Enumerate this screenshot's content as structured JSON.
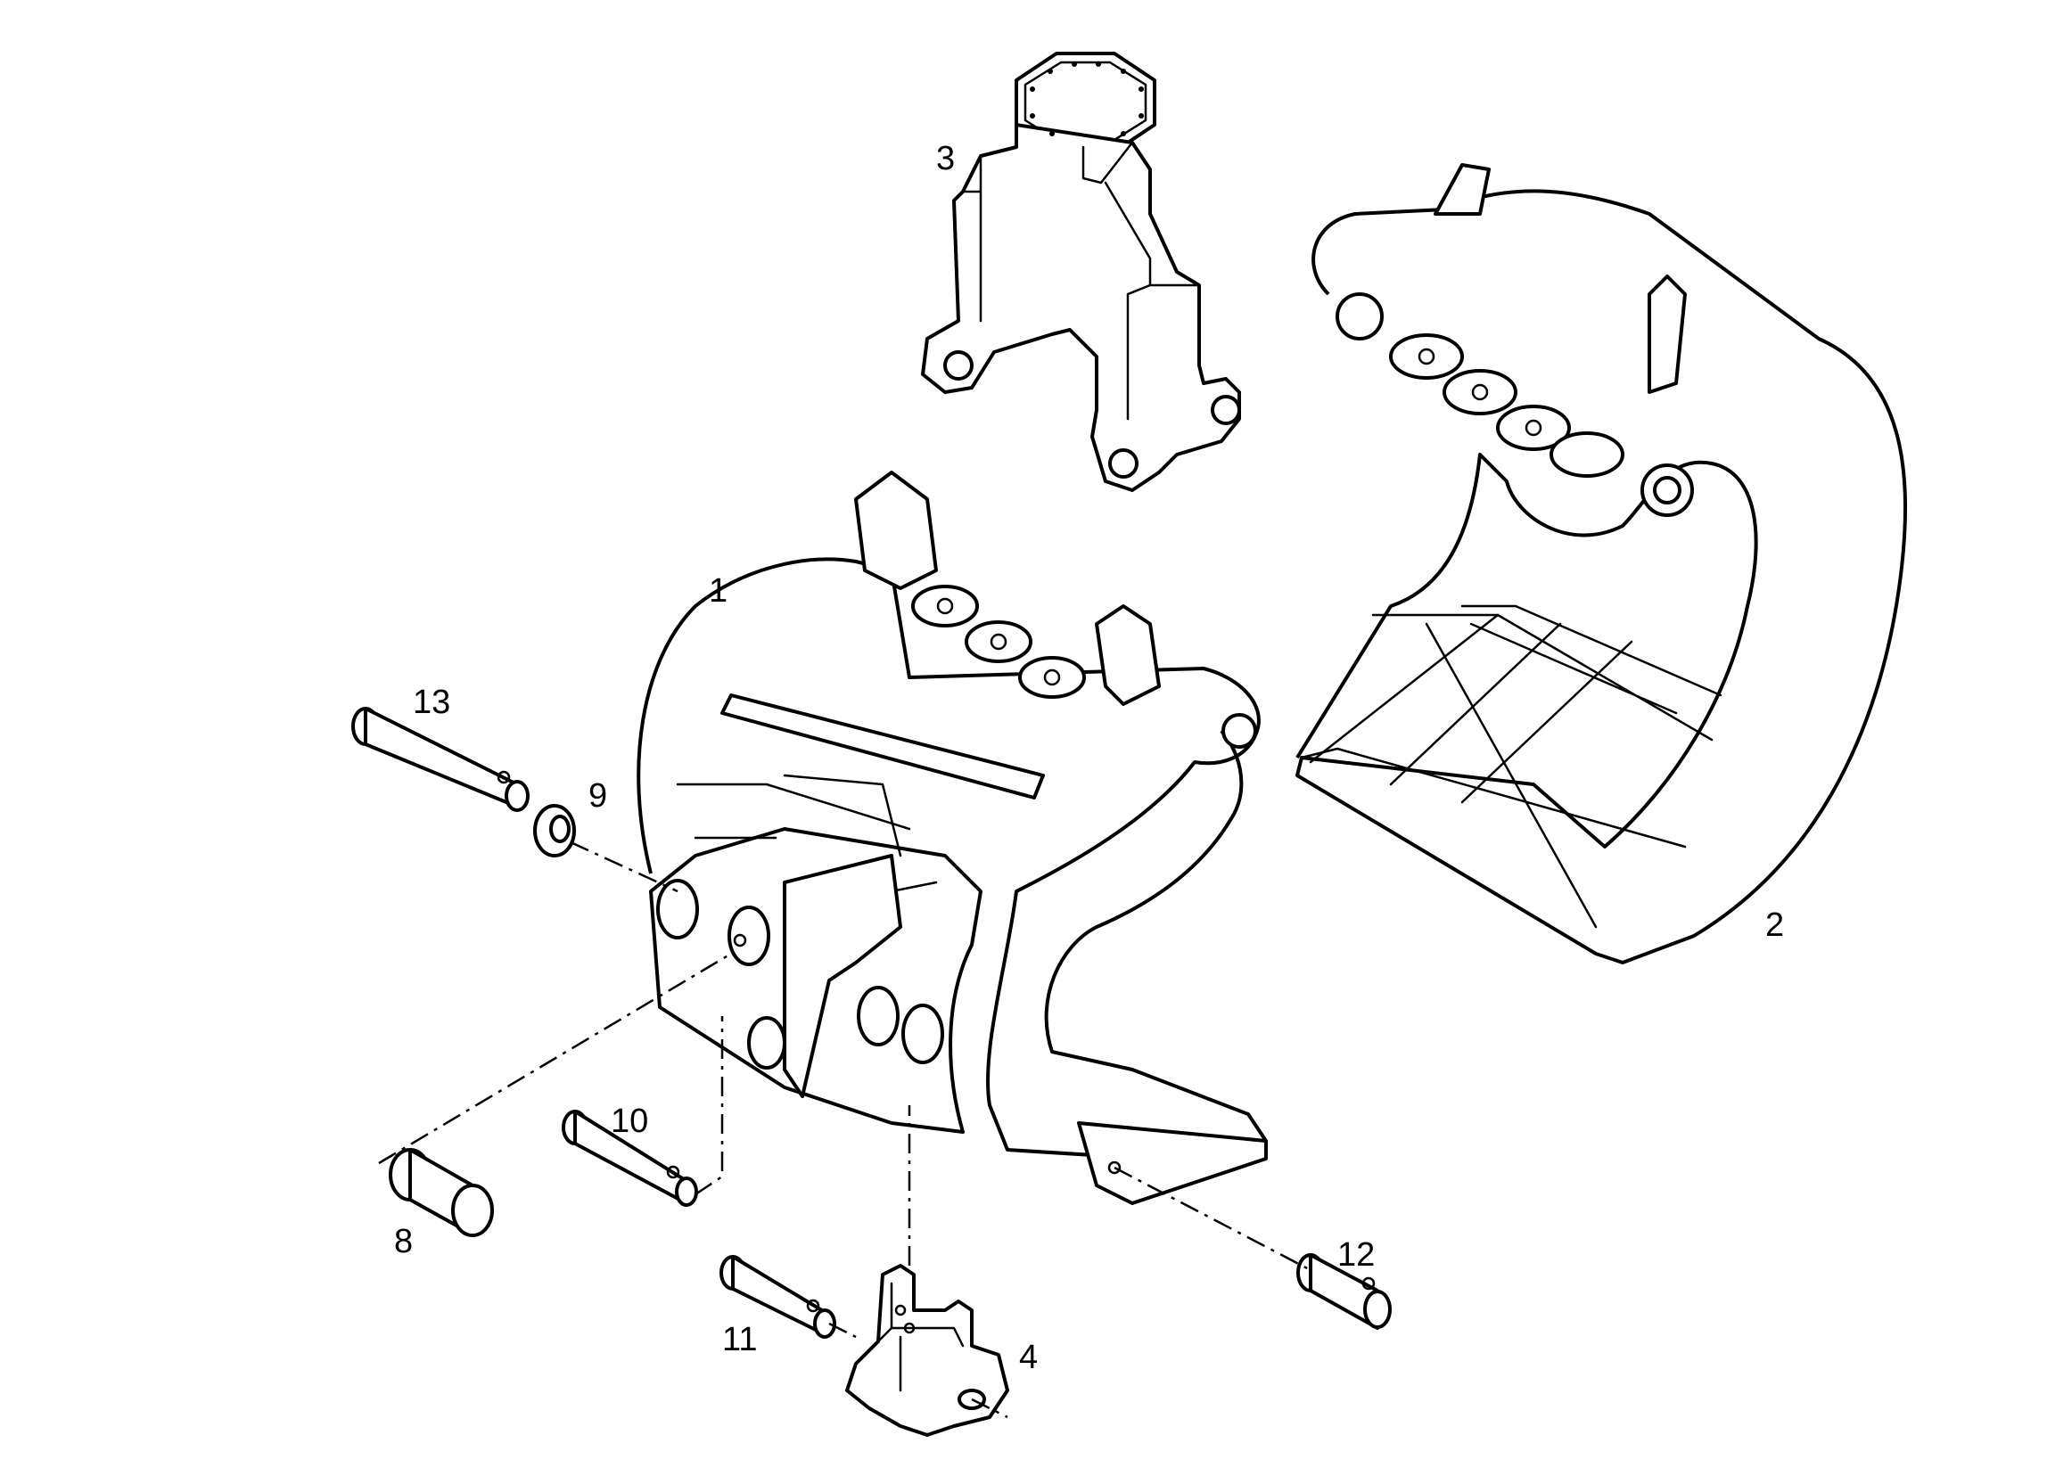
{
  "diagram": {
    "callouts": [
      {
        "id": "1",
        "text": "1"
      },
      {
        "id": "2",
        "text": "2"
      },
      {
        "id": "3",
        "text": "3"
      },
      {
        "id": "4",
        "text": "4"
      },
      {
        "id": "8",
        "text": "8"
      },
      {
        "id": "9",
        "text": "9"
      },
      {
        "id": "10",
        "text": "10"
      },
      {
        "id": "11",
        "text": "11"
      },
      {
        "id": "12",
        "text": "12"
      },
      {
        "id": "13",
        "text": "13"
      }
    ]
  }
}
